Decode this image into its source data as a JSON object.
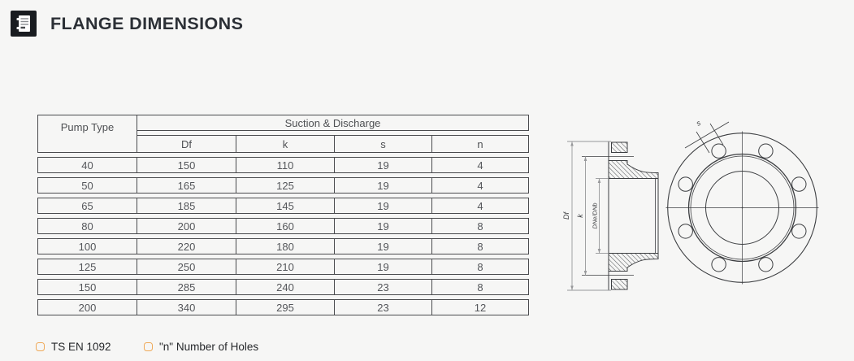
{
  "header": {
    "title": "FLANGE DIMENSIONS",
    "icon": "notebook-icon"
  },
  "table": {
    "corner_header": "Pump Type",
    "group_header": "Suction & Discharge",
    "columns": [
      "Df",
      "k",
      "s",
      "n"
    ],
    "rows": [
      [
        "40",
        "150",
        "110",
        "19",
        "4"
      ],
      [
        "50",
        "165",
        "125",
        "19",
        "4"
      ],
      [
        "65",
        "185",
        "145",
        "19",
        "4"
      ],
      [
        "80",
        "200",
        "160",
        "19",
        "8"
      ],
      [
        "100",
        "220",
        "180",
        "19",
        "8"
      ],
      [
        "125",
        "250",
        "210",
        "19",
        "8"
      ],
      [
        "150",
        "285",
        "240",
        "23",
        "8"
      ],
      [
        "200",
        "340",
        "295",
        "23",
        "12"
      ]
    ]
  },
  "drawing": {
    "dim_df": "Df",
    "dim_k": "k",
    "dim_bore": "DNe/DNb",
    "dim_hole": "s",
    "bolt_hole_count": 8
  },
  "notes": [
    {
      "label": "TS EN 1092"
    },
    {
      "label": "\"n\" Number of Holes"
    }
  ],
  "colors": {
    "background": "#f6f6f5",
    "icon_bg": "#191c20",
    "accent_orange": "#efa958",
    "drawing_line": "#3c3e41",
    "dimension_line": "#97989a",
    "table_border": "#4a4b4e"
  }
}
